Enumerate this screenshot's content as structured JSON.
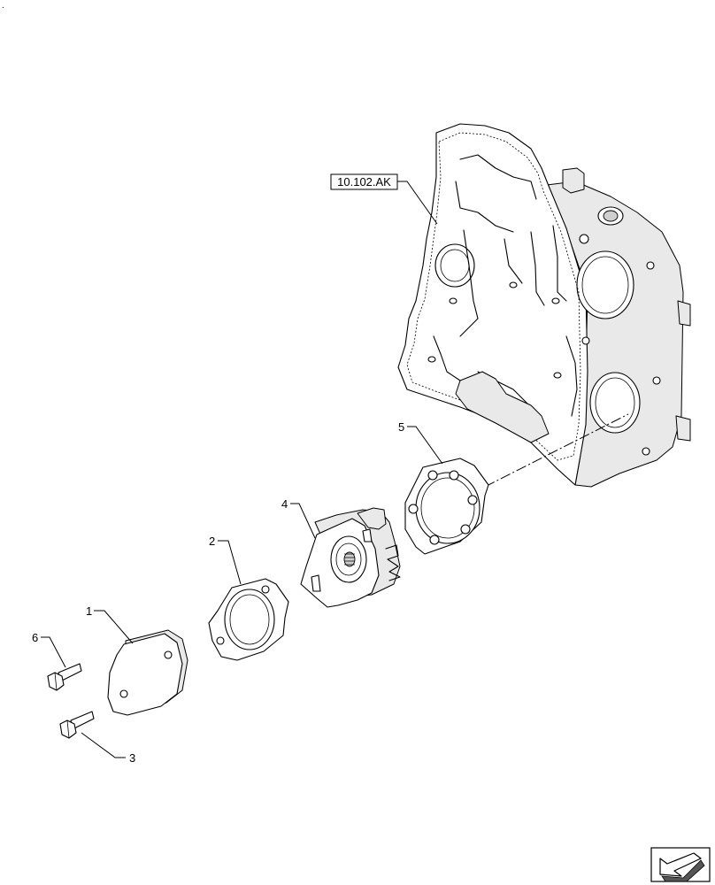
{
  "callouts": {
    "item_1": "1",
    "item_2": "2",
    "item_3": "3",
    "item_4": "4",
    "item_5": "5",
    "item_6": "6",
    "reference": "10.102.AK"
  },
  "corner_mark": "."
}
